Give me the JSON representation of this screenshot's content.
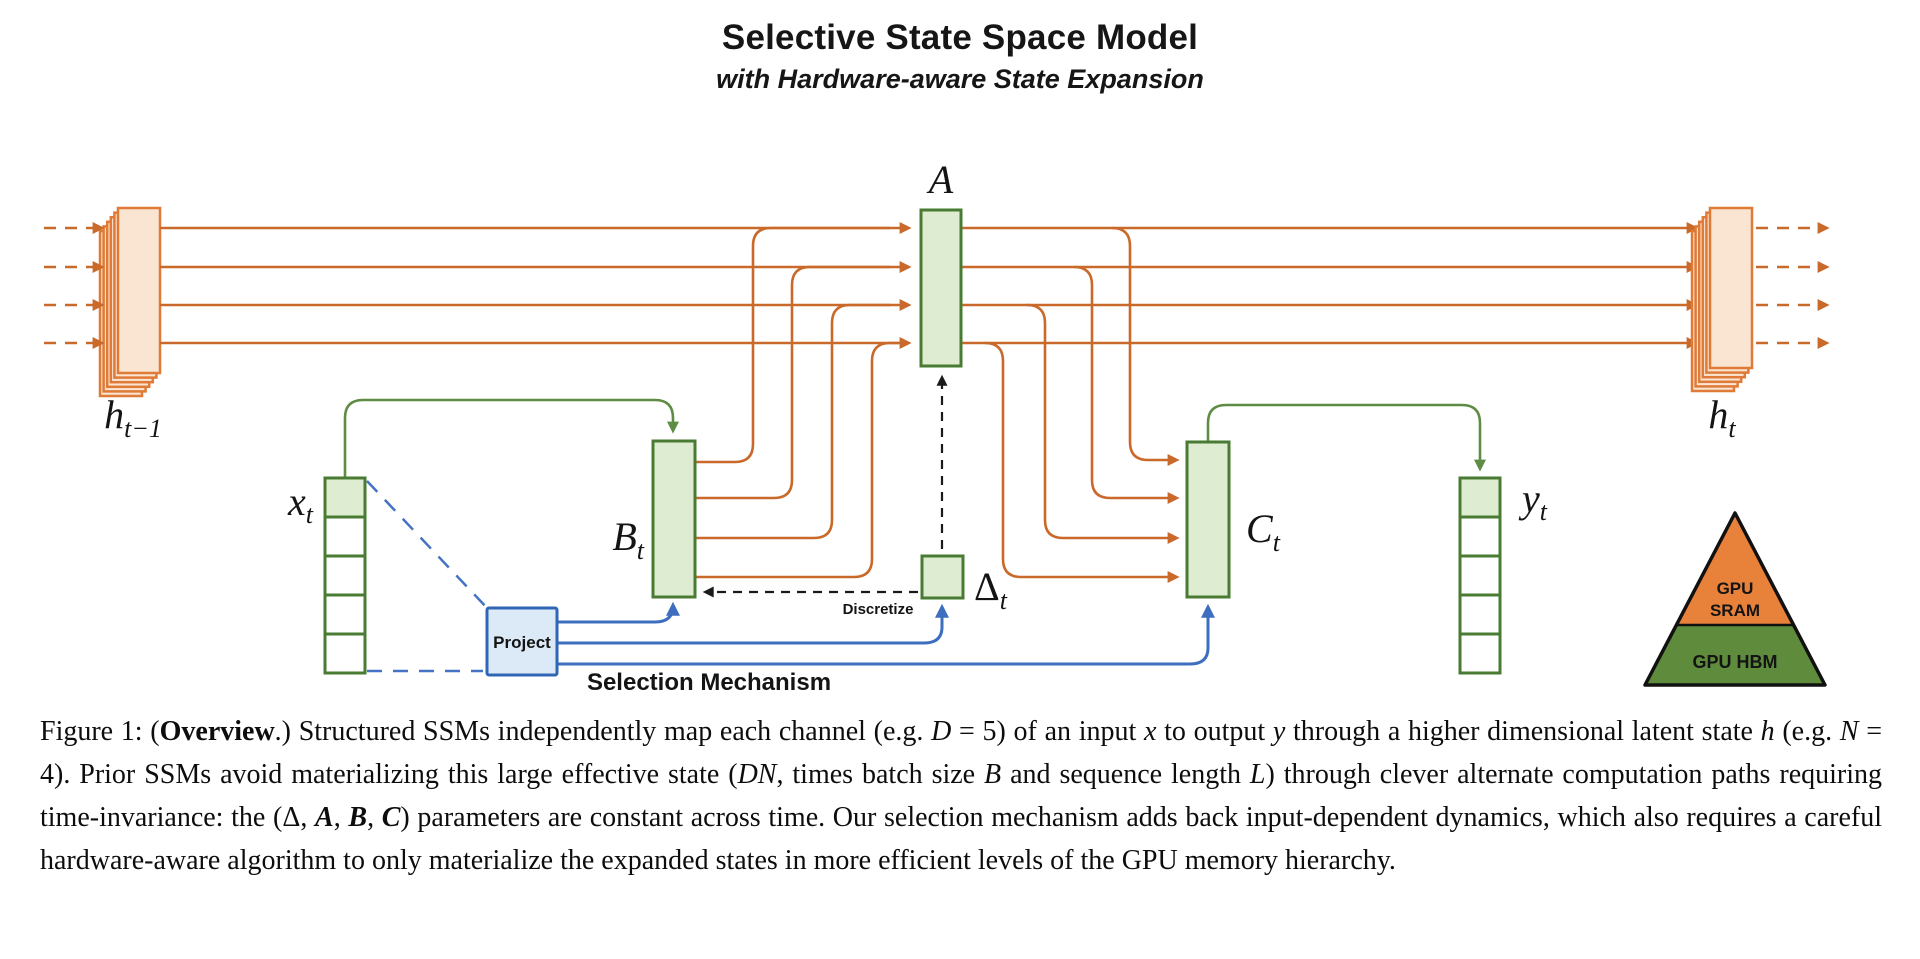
{
  "title": "Selective State Space Model",
  "subtitle": "with Hardware-aware State Expansion",
  "diagram": {
    "labels": {
      "A": "A",
      "B": {
        "base": "B",
        "sub": "t"
      },
      "C": {
        "base": "C",
        "sub": "t"
      },
      "delta": {
        "base": "Δ",
        "sub": "t"
      },
      "x": {
        "base": "x",
        "sub": "t"
      },
      "y": {
        "base": "y",
        "sub": "t"
      },
      "h_prev": {
        "base": "h",
        "sub": "t−1"
      },
      "h_next": {
        "base": "h",
        "sub": "t"
      }
    },
    "project_label": "Project",
    "discretize_label": "Discretize",
    "selection_label": "Selection Mechanism",
    "pyramid": {
      "sram_line1": "GPU",
      "sram_line2": "SRAM",
      "hbm": "GPU HBM"
    },
    "colors": {
      "orange_wire": "#C96A2B",
      "orange_stack_fill": "#FAE4D2",
      "orange_stack_border": "#DF7A37",
      "green_border": "#4A7B33",
      "green_fill": "#DEEDD2",
      "green_wire": "#5E8C44",
      "blue_wire": "#3D6FBE",
      "blue_box_fill": "#DCE9F7",
      "blue_box_border": "#2F66B5",
      "selection_text": "#4472C4",
      "sram_orange": "#E8813A",
      "hbm_green": "#5E8C3C"
    }
  },
  "caption": {
    "segments": [
      {
        "t": "Figure 1: ("
      },
      {
        "t": "Overview"
      },
      {
        "t": ".) Structured SSMs independently map each channel (e.g. "
      },
      {
        "t": "D"
      },
      {
        "t": " = 5) of an input "
      },
      {
        "t": "x"
      },
      {
        "t": " to output "
      },
      {
        "t": "y"
      },
      {
        "t": " through a higher dimensional latent state "
      },
      {
        "t": "h"
      },
      {
        "t": " (e.g. "
      },
      {
        "t": "N"
      },
      {
        "t": " = 4). Prior SSMs avoid materializing this large effective state ("
      },
      {
        "t": "DN"
      },
      {
        "t": ", times batch size "
      },
      {
        "t": "B"
      },
      {
        "t": " and sequence length "
      },
      {
        "t": "L"
      },
      {
        "t": ") through clever alternate computation paths requiring time-invariance: the (Δ, "
      },
      {
        "t": "A"
      },
      {
        "t": ", "
      },
      {
        "t": "B"
      },
      {
        "t": ", "
      },
      {
        "t": "C"
      },
      {
        "t": ") parameters are constant across time. Our selection mechanism adds back input-dependent dynamics, which also requires a careful hardware-aware algorithm to only materialize the expanded states in more efficient levels of the GPU memory hierarchy."
      }
    ]
  }
}
